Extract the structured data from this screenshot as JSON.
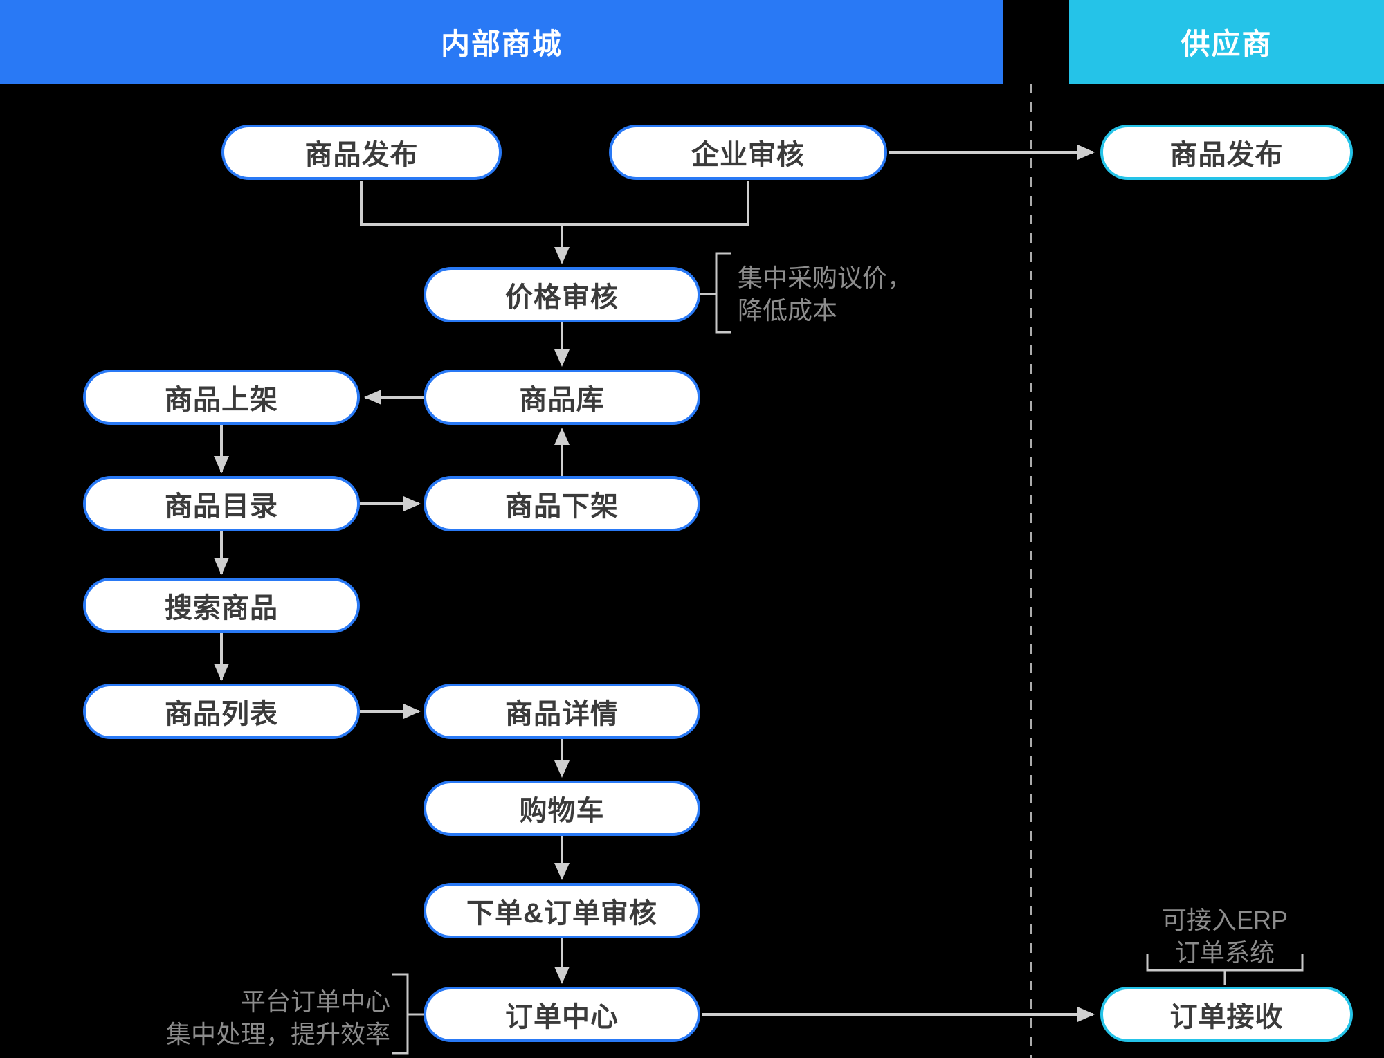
{
  "header": {
    "internal_mall": "内部商城",
    "supplier": "供应商"
  },
  "nodes": {
    "product_publish": "商品发布",
    "enterprise_review": "企业审核",
    "supplier_product_publish": "商品发布",
    "price_review": "价格审核",
    "product_on_shelf": "商品上架",
    "product_library": "商品库",
    "product_catalog": "商品目录",
    "product_off_shelf": "商品下架",
    "search_product": "搜索商品",
    "product_list": "商品列表",
    "product_detail": "商品详情",
    "shopping_cart": "购物车",
    "order_and_review": "下单&订单审核",
    "order_center": "订单中心",
    "order_receive": "订单接收"
  },
  "annotations": {
    "price_note_line1": "集中采购议价，",
    "price_note_line2": "降低成本",
    "order_note_line1": "平台订单中心",
    "order_note_line2": "集中处理，提升效率",
    "erp_note_line1": "可接入ERP",
    "erp_note_line2": "订单系统"
  },
  "colors": {
    "background": "#000000",
    "internal_accent": "#2979F5",
    "supplier_accent": "#25C3E8",
    "node_fill": "#FFFFFF",
    "node_text": "#3B3B3B",
    "connector": "#CFCFCF",
    "annotation_text": "#8C8C8C",
    "divider": "#ACACAC"
  }
}
